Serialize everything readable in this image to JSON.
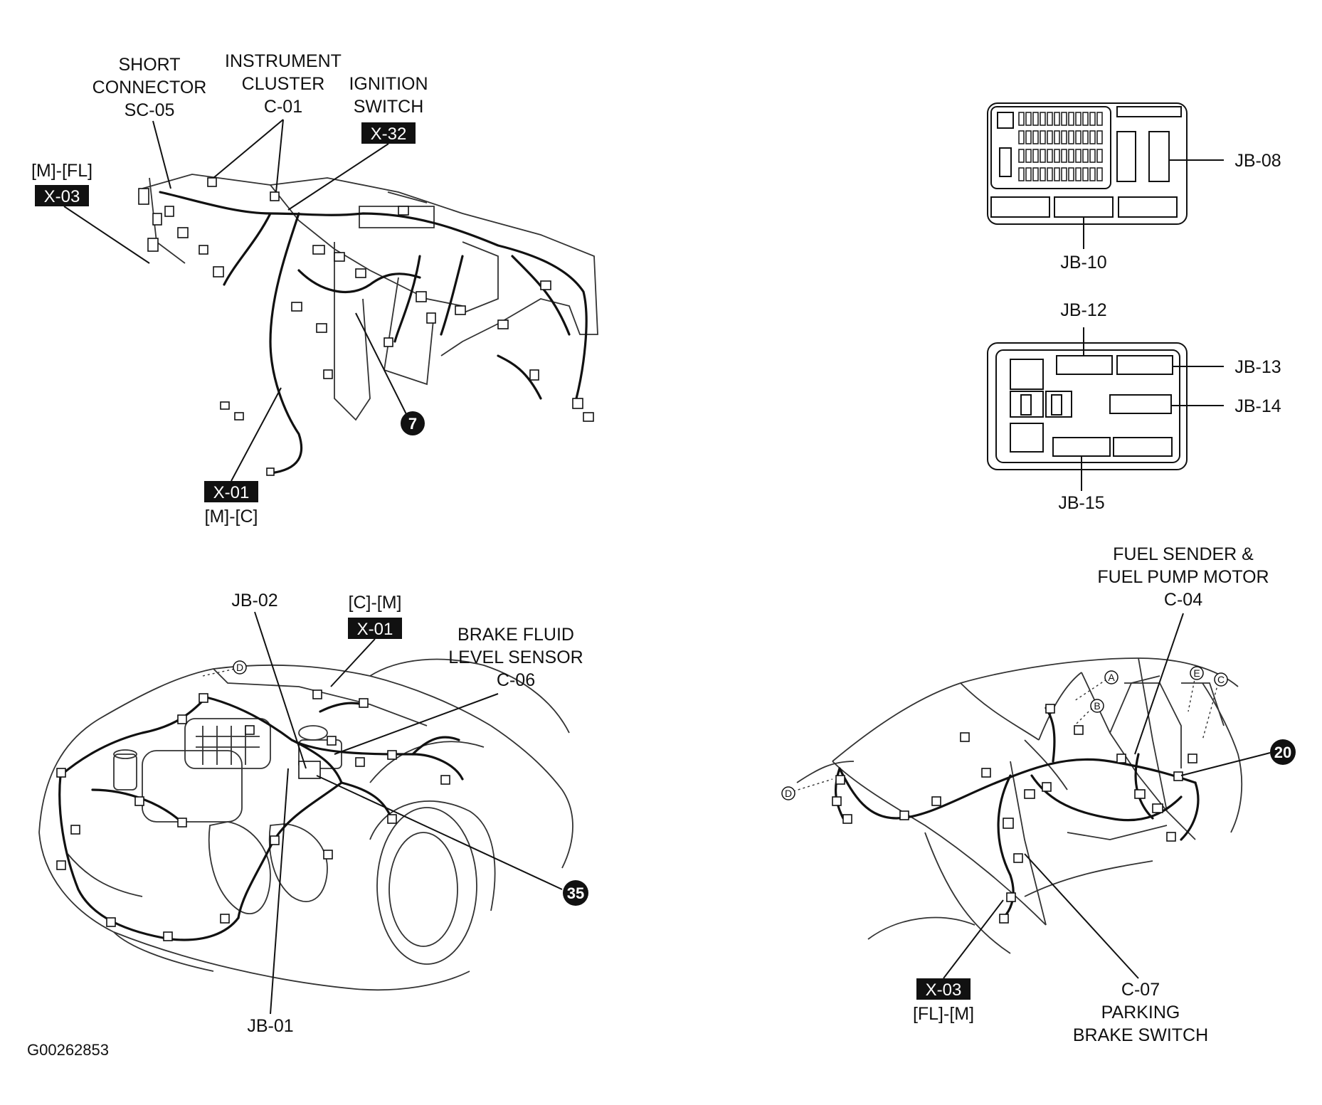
{
  "figure_id": "G00262853",
  "panels": {
    "dashboard": {
      "short_connector": [
        "SHORT",
        "CONNECTOR",
        "SC-05"
      ],
      "instrument_cluster": [
        "INSTRUMENT",
        "CLUSTER",
        "C-01"
      ],
      "ignition_switch": [
        "IGNITION",
        "SWITCH"
      ],
      "ignition_switch_tag": "X-32",
      "mfl_label": "[M]-[FL]",
      "mfl_tag": "X-03",
      "mc_tag": "X-01",
      "mc_label": "[M]-[C]",
      "callout": "7"
    },
    "junction_box_upper": {
      "jb08": "JB-08",
      "jb10": "JB-10"
    },
    "junction_box_lower": {
      "jb12": "JB-12",
      "jb13": "JB-13",
      "jb14": "JB-14",
      "jb15": "JB-15"
    },
    "engine_bay": {
      "jb02": "JB-02",
      "jb01": "JB-01",
      "cm_label": "[C]-[M]",
      "cm_tag": "X-01",
      "brake_fluid_sensor": [
        "BRAKE FLUID",
        "LEVEL SENSOR",
        "C-06"
      ],
      "ref_d": "D",
      "callout": "35"
    },
    "rear_body": {
      "fuel_sender": [
        "FUEL SENDER &",
        "FUEL PUMP MOTOR",
        "C-04"
      ],
      "parking_brake": [
        "C-07",
        "PARKING",
        "BRAKE SWITCH"
      ],
      "flm_tag": "X-03",
      "flm_label": "[FL]-[M]",
      "refs": {
        "a": "A",
        "b": "B",
        "c": "C",
        "d": "D",
        "e": "E"
      },
      "callout": "20"
    }
  },
  "colors": {
    "ink": "#111111",
    "tag_bg": "#111111",
    "tag_fg": "#ffffff",
    "background": "#ffffff"
  }
}
